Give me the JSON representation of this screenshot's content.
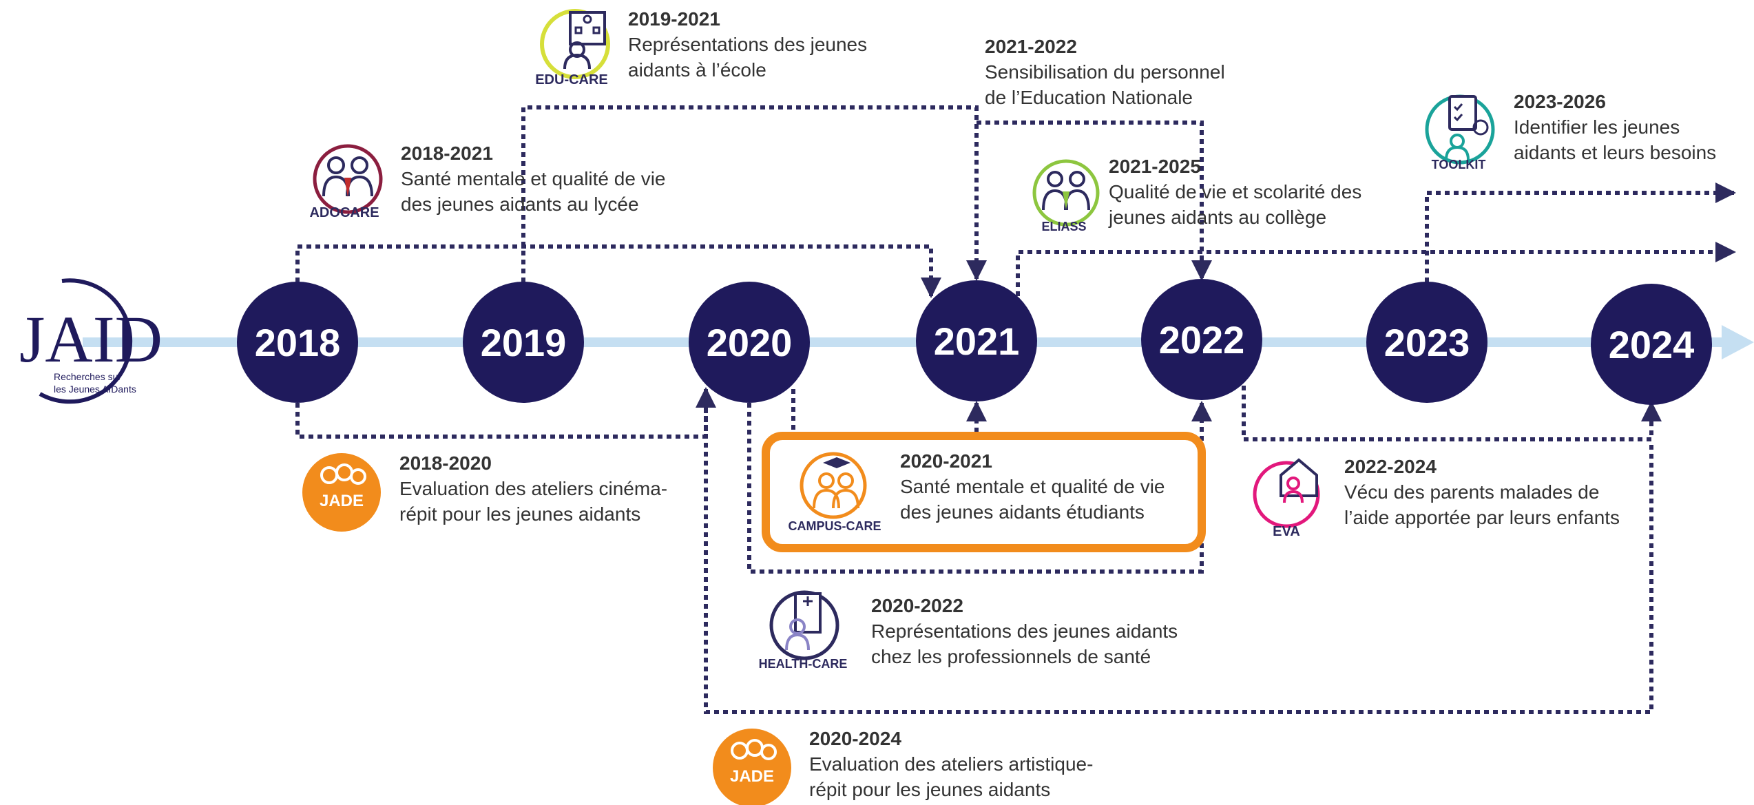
{
  "brand": {
    "logo_letters": "JAID",
    "logo_subtitle_1": "Recherches sur",
    "logo_subtitle_2": "les Jeunes AIDants"
  },
  "colors": {
    "navy": "#1f1a5c",
    "timeline": "#c5dff2",
    "orange": "#f28c1c",
    "connector": "#2d2a5e"
  },
  "timeline": {
    "years": [
      "2018",
      "2019",
      "2020",
      "2021",
      "2022",
      "2023",
      "2024"
    ]
  },
  "projects": [
    {
      "key": "adocare",
      "logo": "ADOCARE",
      "period": "2018-2021",
      "desc": "Santé mentale et qualité de vie\ndes jeunes aidants au lycée"
    },
    {
      "key": "educare",
      "logo": "EDU-CARE",
      "period": "2019-2021",
      "desc": "Représentations des jeunes\naidants à l’école"
    },
    {
      "key": "sensib",
      "logo": "",
      "period": "2021-2022",
      "desc": "Sensibilisation du personnel\nde l’Education Nationale"
    },
    {
      "key": "eliass",
      "logo": "ELIASS",
      "period": "2021-2025",
      "desc": "Qualité de vie et scolarité des\njeunes aidants au collège"
    },
    {
      "key": "toolkit",
      "logo": "TOOLKIT",
      "period": "2023-2026",
      "desc": "Identifier les jeunes\naidants et leurs besoins"
    },
    {
      "key": "jade1",
      "logo": "JADE",
      "period": "2018-2020",
      "desc": "Evaluation des ateliers cinéma-\nrépit pour les jeunes aidants"
    },
    {
      "key": "campus",
      "logo": "CAMPUS-CARE",
      "period": "2020-2021",
      "desc": "Santé mentale et qualité de vie\ndes jeunes aidants étudiants"
    },
    {
      "key": "eva",
      "logo": "EVA",
      "period": "2022-2024",
      "desc": "Vécu des parents malades de\nl’aide apportée par leurs enfants"
    },
    {
      "key": "health",
      "logo": "HEALTH-CARE",
      "period": "2020-2022",
      "desc": "Représentations des jeunes aidants\nchez les professionnels de santé"
    },
    {
      "key": "jade2",
      "logo": "JADE",
      "period": "2020-2024",
      "desc": "Evaluation des ateliers artistique-\nrépit pour les jeunes aidants"
    }
  ]
}
